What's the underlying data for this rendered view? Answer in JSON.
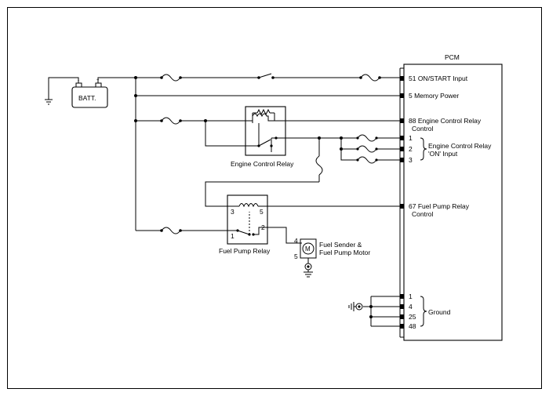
{
  "pcm": {
    "title": "PCM",
    "pins": {
      "on_start": "51 ON/START Input",
      "memory_power": "5 Memory Power",
      "ecr_control_1": "88 Engine Control Relay",
      "ecr_control_2": "Control",
      "ecr_on_1": "1",
      "ecr_on_2": "2",
      "ecr_on_3": "3",
      "fpr_control_1": "67 Fuel Pump Relay",
      "fpr_control_2": "Control",
      "gnd_1": "1",
      "gnd_4": "4",
      "gnd_25": "25",
      "gnd_48": "48"
    },
    "group_labels": {
      "ecr_on_1": "Engine Control Relay",
      "ecr_on_2": "'ON' Input",
      "ground": "Ground"
    }
  },
  "battery": {
    "label": "BATT.",
    "term_neg": "-",
    "term_pos": "+"
  },
  "engine_control_relay": {
    "label": "Engine Control Relay"
  },
  "fuel_pump_relay": {
    "label": "Fuel Pump Relay",
    "pin3": "3",
    "pin5": "5",
    "pin1": "1",
    "pin2": "2"
  },
  "fuel_pump_motor": {
    "motor_symbol": "M",
    "pin4": "4",
    "pin5": "5",
    "label_1": "Fuel Sender &",
    "label_2": "Fuel Pump Motor"
  }
}
